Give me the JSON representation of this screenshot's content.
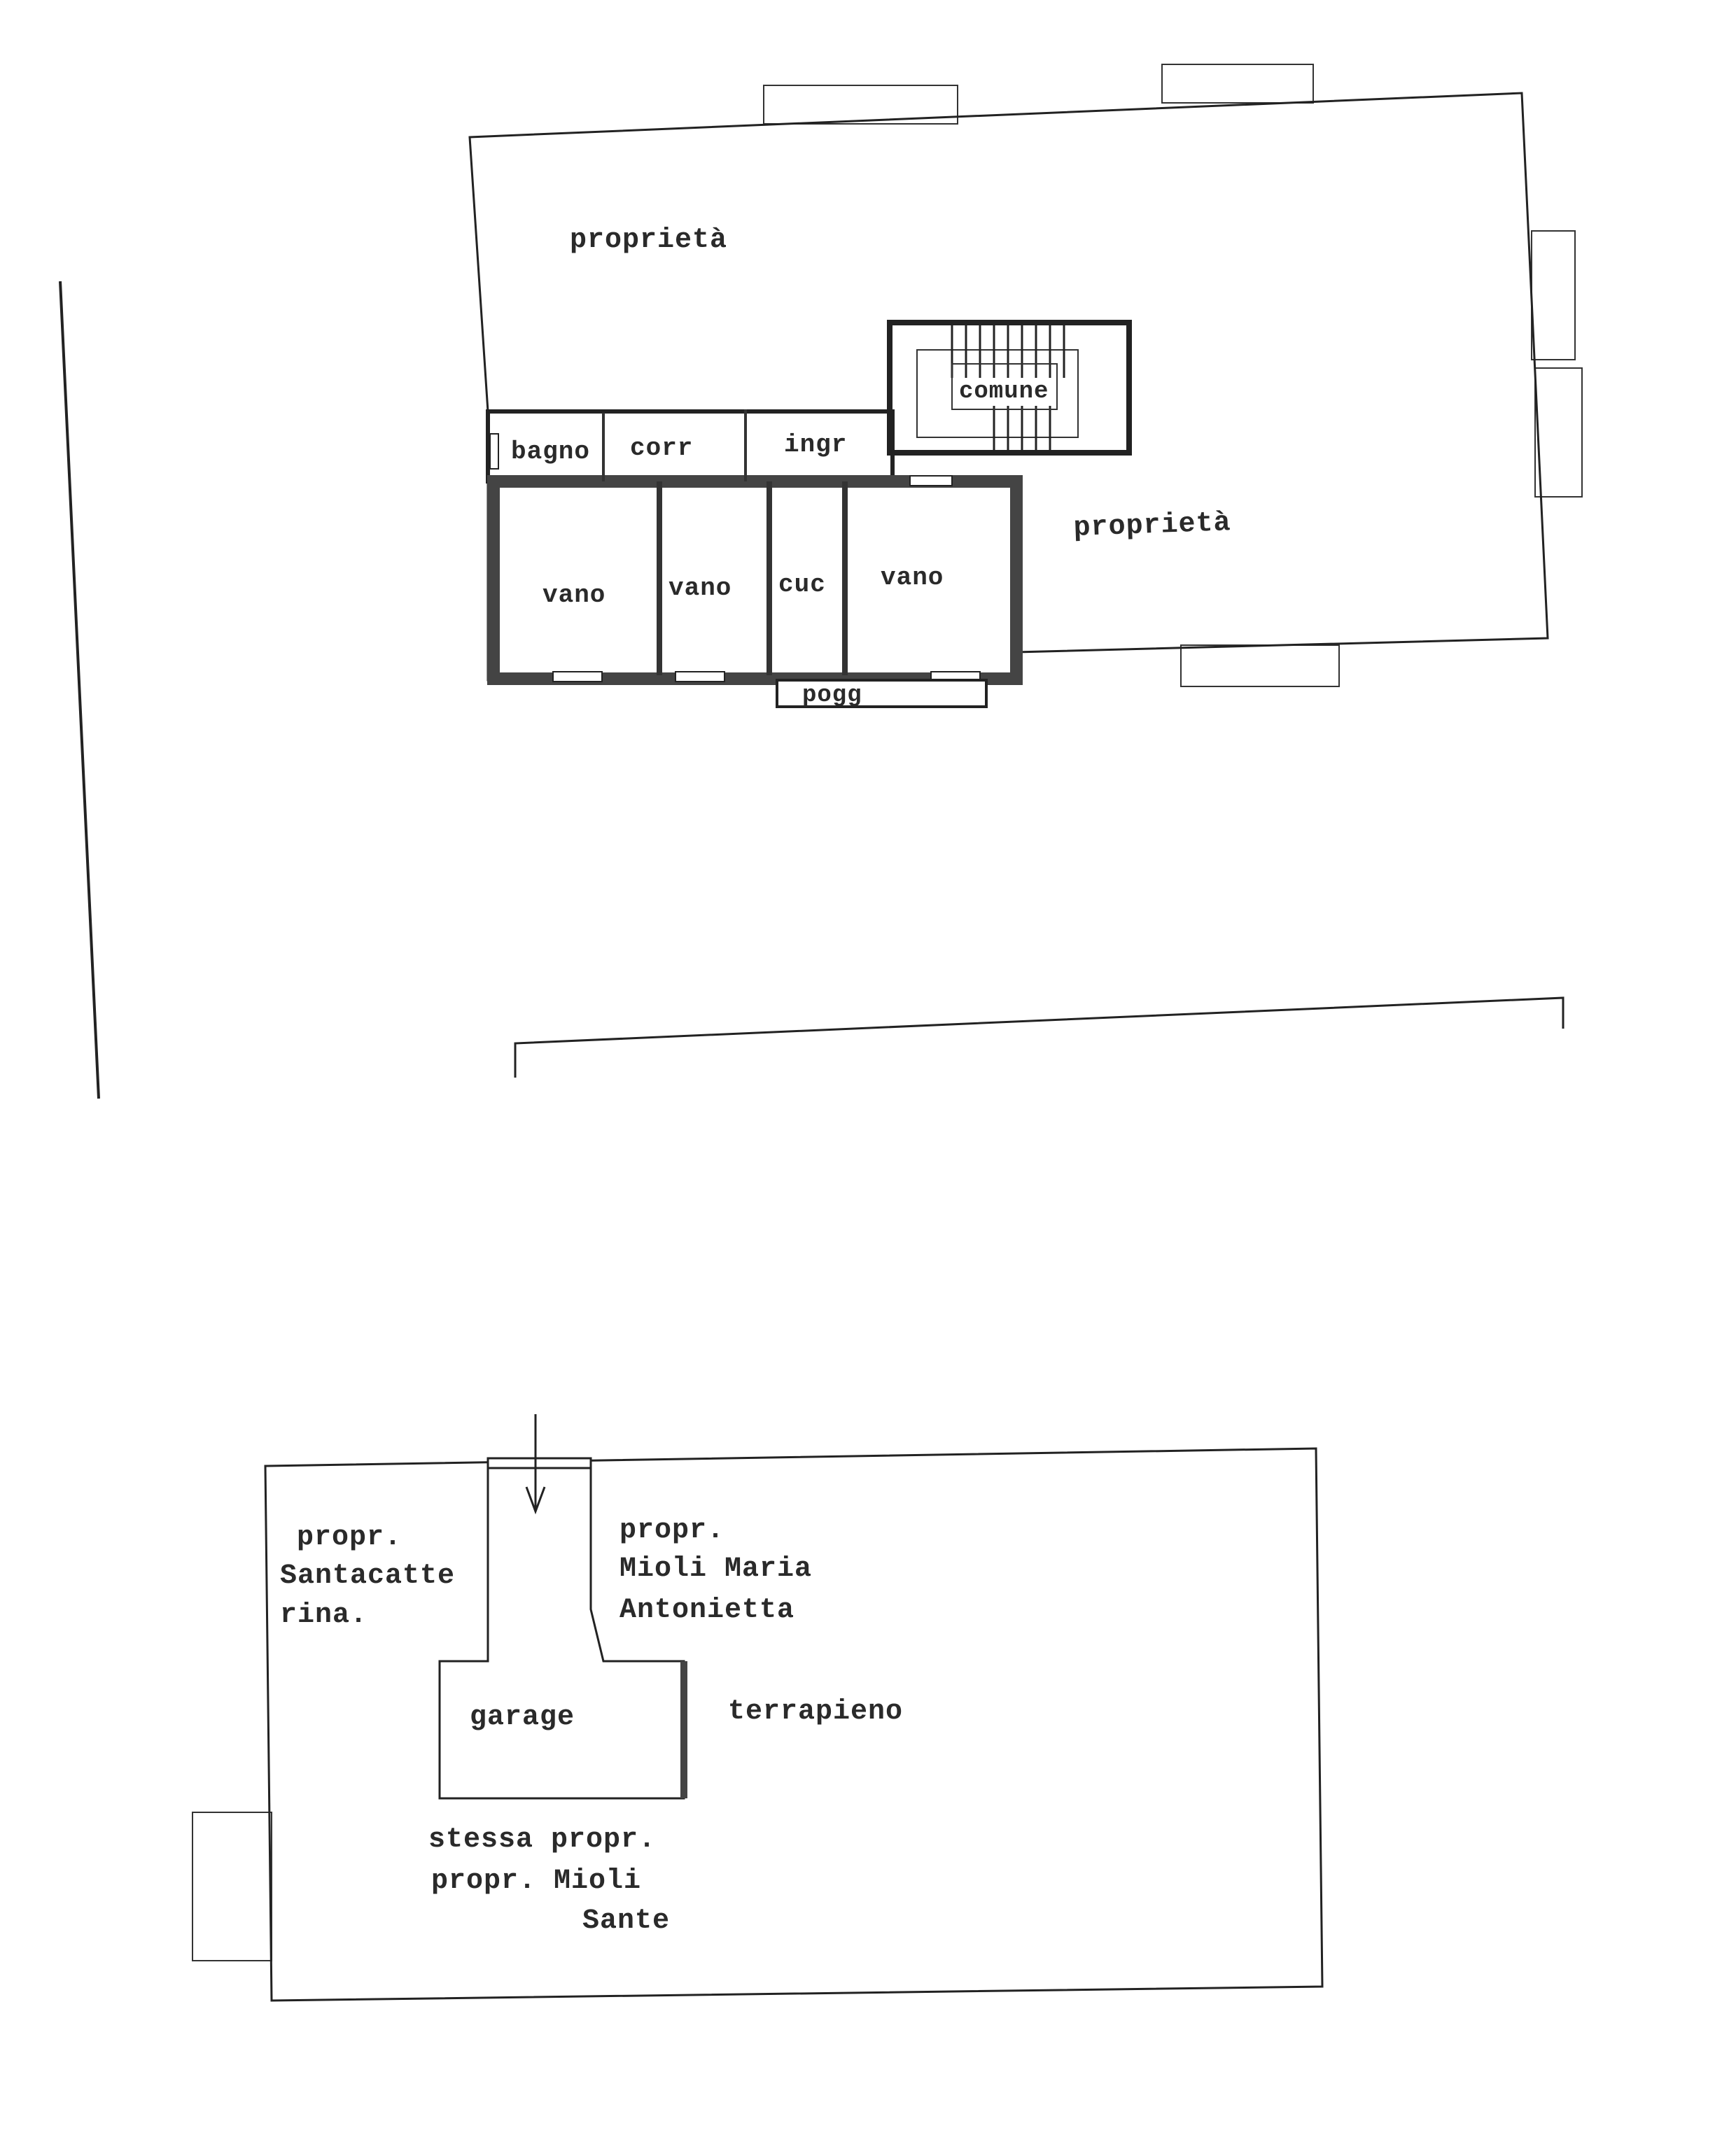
{
  "upper_plan": {
    "property_top": "proprietà",
    "property_right": "proprietà",
    "stair_common": "comune",
    "rooms": {
      "bathroom": "bagno",
      "corridor": "corr",
      "entrance": "ingr",
      "room_1": "vano",
      "room_2": "vano",
      "kitchen": "cuc",
      "room_3": "vano",
      "balcony": "pogg"
    }
  },
  "lower_plan": {
    "left_owner": [
      "propr.",
      "Santacatte",
      "rina."
    ],
    "right_owner": [
      "propr.",
      "Mioli Maria",
      "Antonietta"
    ],
    "garage": "garage",
    "embankment": "terrapieno",
    "bottom_owner": [
      "stessa propr.",
      "propr. Mioli",
      "Sante"
    ]
  }
}
